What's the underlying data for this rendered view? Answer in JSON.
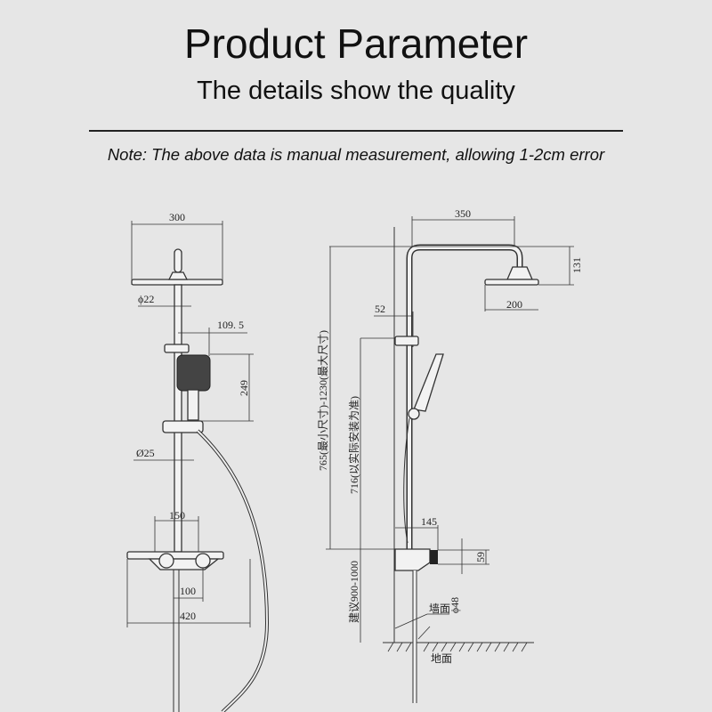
{
  "header": {
    "title": "Product Parameter",
    "subtitle": "The details show the quality",
    "note": "Note: The above data is manual measurement, allowing 1-2cm error"
  },
  "front_view": {
    "head_width": "300",
    "pipe_top_diameter": "ϕ22",
    "handheld_offset": "109. 5",
    "handheld_length": "249",
    "pipe_bottom_diameter": "Ø25",
    "valve_spacing": "150",
    "outlet_spacing": "100",
    "shelf_width": "420"
  },
  "side_view": {
    "arm_reach": "350",
    "head_height": "131",
    "head_depth": "200",
    "wall_offset": "52",
    "height_range": "765(最小尺寸)-1230(最大尺寸)",
    "slide_length": "716(以实际安装为准)",
    "shelf_depth": "145",
    "shelf_height": "59",
    "outlet_diameter": "ϕ48",
    "install_height": "建议900-1000",
    "wall_label": "墙面",
    "floor_label": "地面"
  }
}
